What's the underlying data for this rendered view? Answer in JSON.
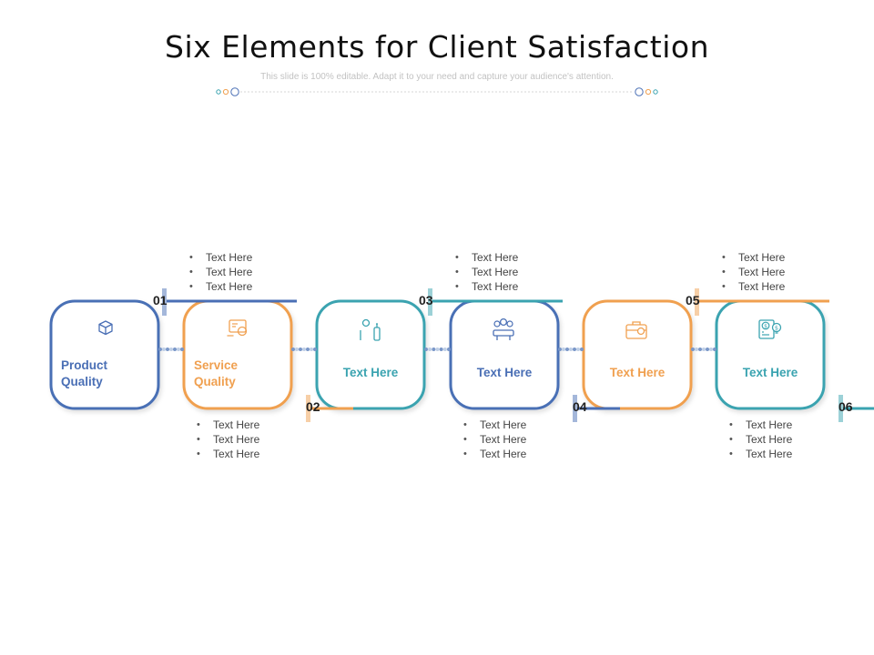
{
  "header": {
    "title": "Six Elements for Client Satisfaction",
    "subtitle": "This slide is 100% editable. Adapt it to your need and capture your audience's attention."
  },
  "colors": {
    "blue": "#4a6fb5",
    "orange": "#f0a050",
    "teal": "#3aa3b0"
  },
  "elements": [
    {
      "number": "01",
      "label": "Product Quality",
      "color": "blue",
      "icon": "box-hands-icon",
      "bullets": [
        "Text Here",
        "Text Here",
        "Text Here"
      ]
    },
    {
      "number": "02",
      "label": "Service Quality",
      "color": "orange",
      "icon": "service-card-icon",
      "bullets": [
        "Text Here",
        "Text Here",
        "Text Here"
      ]
    },
    {
      "number": "03",
      "label": "Text Here",
      "color": "teal",
      "icon": "person-bottle-icon",
      "bullets": [
        "Text Here",
        "Text Here",
        "Text Here"
      ]
    },
    {
      "number": "04",
      "label": "Text Here",
      "color": "blue",
      "icon": "team-meeting-icon",
      "bullets": [
        "Text Here",
        "Text Here",
        "Text Here"
      ]
    },
    {
      "number": "05",
      "label": "Text Here",
      "color": "orange",
      "icon": "briefcase-icon",
      "bullets": [
        "Text Here",
        "Text Here",
        "Text Here"
      ]
    },
    {
      "number": "06",
      "label": "Text Here",
      "color": "teal",
      "icon": "dollar-bulb-icon",
      "bullets": [
        "Text Here",
        "Text Here",
        "Text Here"
      ]
    }
  ]
}
